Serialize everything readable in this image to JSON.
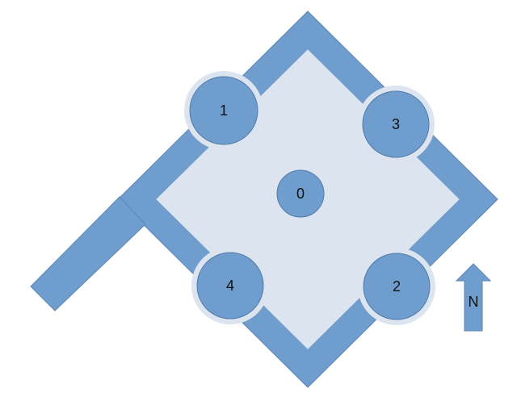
{
  "diagram": {
    "colors": {
      "wall_fill": "#6f9dce",
      "wall_stroke": "#5a86b8",
      "courtyard_fill": "#dce5ef",
      "background": "#ffffff",
      "label": "#111111"
    },
    "towers": [
      {
        "id": "center",
        "label": "0"
      },
      {
        "id": "north-west",
        "label": "1"
      },
      {
        "id": "north-east",
        "label": "3"
      },
      {
        "id": "south-west",
        "label": "4"
      },
      {
        "id": "south-east",
        "label": "2"
      }
    ],
    "compass": {
      "label": "N",
      "direction": "up"
    }
  }
}
